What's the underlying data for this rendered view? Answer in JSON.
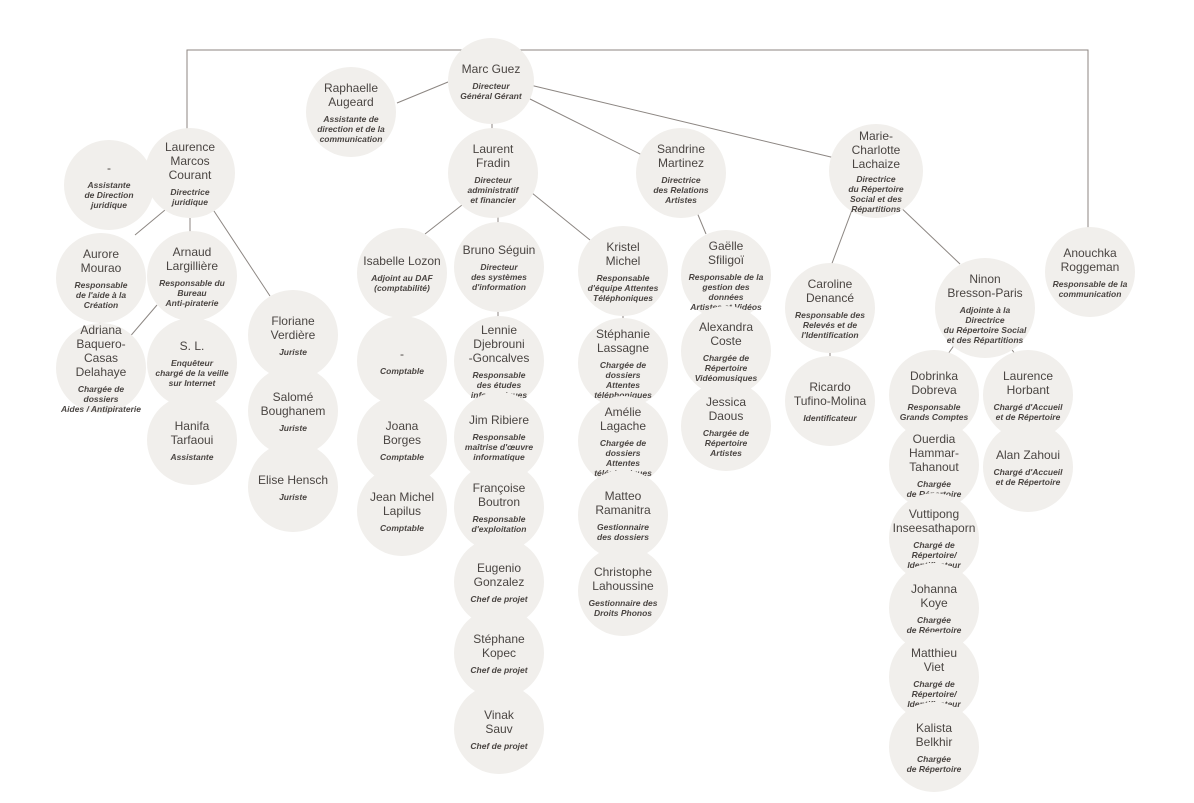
{
  "chart": {
    "people": {
      "marc": {
        "name": "Marc Guez",
        "role": "Directeur\nGénéral Gérant"
      },
      "raphaelle": {
        "name": "Raphaelle\nAugeard",
        "role": "Assistante de\ndirection et de la\ncommunication"
      },
      "laurence_mc": {
        "name": "Laurence\nMarcos Courant",
        "role": "Directrice\njuridique"
      },
      "assist_jur": {
        "name": "-",
        "role": "Assistante\nde Direction\njuridique"
      },
      "aurore": {
        "name": "Aurore\nMourao",
        "role": "Responsable\nde l'aide à la\nCréation"
      },
      "adriana": {
        "name": "Adriana\nBaquero-Casas\nDelahaye",
        "role": "Chargée de dossiers\nAides / Antipiraterie"
      },
      "arnaud": {
        "name": "Arnaud\nLargillière",
        "role": "Responsable du\nBureau\nAnti-piraterie"
      },
      "sl": {
        "name": "S. L.",
        "role": "Enquêteur\nchargé de la veille\nsur Internet"
      },
      "hanifa": {
        "name": "Hanifa\nTarfaoui",
        "role": "Assistante"
      },
      "floriane": {
        "name": "Floriane\nVerdière",
        "role": "Juriste"
      },
      "salome": {
        "name": "Salomé\nBoughanem",
        "role": "Juriste"
      },
      "elise": {
        "name": "Elise Hensch",
        "role": "Juriste"
      },
      "laurent": {
        "name": "Laurent\nFradin",
        "role": "Directeur\nadministratif\net financier"
      },
      "isabelle": {
        "name": "Isabelle Lozon",
        "role": "Adjoint au DAF\n(comptabilité)"
      },
      "comptable": {
        "name": "-",
        "role": "Comptable"
      },
      "joana": {
        "name": "Joana\nBorges",
        "role": "Comptable"
      },
      "jeanmichel": {
        "name": "Jean Michel\nLapilus",
        "role": "Comptable"
      },
      "bruno": {
        "name": "Bruno Séguin",
        "role": "Directeur\ndes systèmes\nd'information"
      },
      "lennie": {
        "name": "Lennie\nDjebrouni\n-Goncalves",
        "role": "Responsable\ndes études\ninformatiques"
      },
      "jim": {
        "name": "Jim Ribiere",
        "role": "Responsable\nmaîtrise d'œuvre\ninformatique"
      },
      "francoise": {
        "name": "Françoise\nBoutron",
        "role": "Responsable\nd'exploitation"
      },
      "eugenio": {
        "name": "Eugenio\nGonzalez",
        "role": "Chef de projet"
      },
      "stephane_k": {
        "name": "Stéphane\nKopec",
        "role": "Chef de projet"
      },
      "vinak": {
        "name": "Vinak\nSauv",
        "role": "Chef de projet"
      },
      "kristel": {
        "name": "Kristel\nMichel",
        "role": "Responsable\nd'équipe Attentes\nTéléphoniques"
      },
      "stephanie": {
        "name": "Stéphanie\nLassagne",
        "role": "Chargée de dossiers\nAttentes\ntéléphoniques"
      },
      "amelie": {
        "name": "Amélie\nLagache",
        "role": "Chargée de dossiers\nAttentes\ntéléphoniques"
      },
      "matteo": {
        "name": "Matteo\nRamanitra",
        "role": "Gestionnaire\ndes dossiers"
      },
      "christophe": {
        "name": "Christophe\nLahoussine",
        "role": "Gestionnaire des\nDroits Phonos"
      },
      "sandrine": {
        "name": "Sandrine\nMartinez",
        "role": "Directrice\ndes Relations\nArtistes"
      },
      "gaelle": {
        "name": "Gaëlle\nSfiligoï",
        "role": "Responsable de la\ngestion des données\nArtistes et Vidéos"
      },
      "alexandra": {
        "name": "Alexandra\nCoste",
        "role": "Chargée de\nRépertoire\nVidéomusiques"
      },
      "jessica": {
        "name": "Jessica\nDaous",
        "role": "Chargée de\nRépertoire\nArtistes"
      },
      "mcl": {
        "name": "Marie-\nCharlotte\nLachaize",
        "role": "Directrice\ndu Répertoire\nSocial et des\nRépartitions"
      },
      "caroline": {
        "name": "Caroline\nDenancé",
        "role": "Responsable des\nRelevés et de\nl'Identification"
      },
      "ricardo": {
        "name": "Ricardo\nTufino-Molina",
        "role": "Identificateur"
      },
      "ninon": {
        "name": "Ninon\nBresson-Paris",
        "role": "Adjointe à la Directrice\ndu Répertoire Social\net des Répartitions"
      },
      "dobrinka": {
        "name": "Dobrinka\nDobreva",
        "role": "Responsable\nGrands Comptes"
      },
      "ouerdia": {
        "name": "Ouerdia\nHammar-Tahanout",
        "role": "Chargée\nde Répertoire"
      },
      "vuttipong": {
        "name": "Vuttipong\nInseesathaporn",
        "role": "Chargé de Répertoire/\nIdentificateur"
      },
      "johanna": {
        "name": "Johanna\nKoye",
        "role": "Chargée\nde Répertoire"
      },
      "matthieu": {
        "name": "Matthieu\nViet",
        "role": "Chargé de Répertoire/\nIdentificateur"
      },
      "kalista": {
        "name": "Kalista\nBelkhir",
        "role": "Chargée\nde Répertoire"
      },
      "laurence_h": {
        "name": "Laurence\nHorbant",
        "role": "Chargé d'Accueil\net de Répertoire"
      },
      "alan": {
        "name": "Alan Zahoui",
        "role": "Chargé d'Accueil\net de Répertoire"
      },
      "anouchka": {
        "name": "Anouchka\nRoggeman",
        "role": "Responsable de la\ncommunication"
      }
    }
  }
}
